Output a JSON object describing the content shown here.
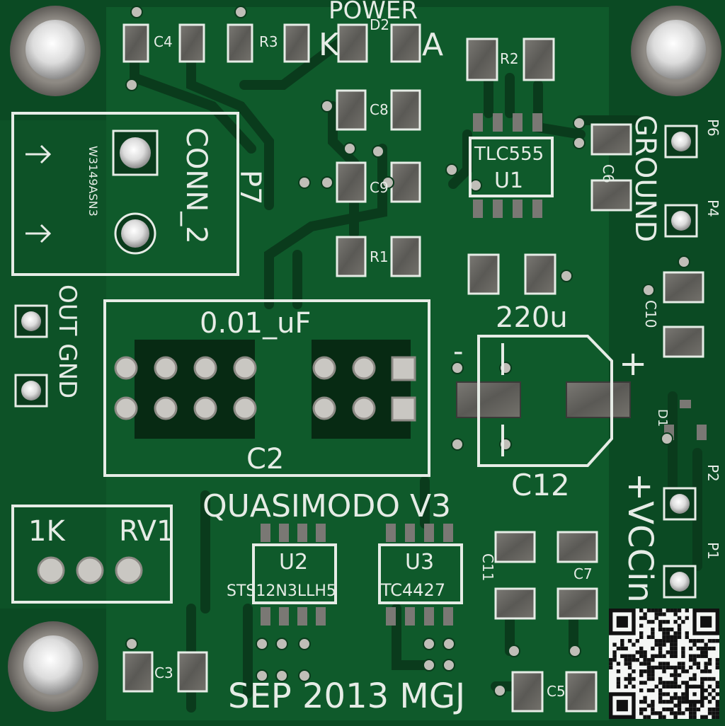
{
  "board": {
    "title": "QUASIMODO V3",
    "date": "SEP 2013 MGJ",
    "colors": {
      "soldermask": "#0b4a23",
      "copper_fill": "#0f5a2b",
      "trace": "#0a3b1c",
      "silkscreen": "#e6ece6",
      "pad_metal": "#6b6a66",
      "mount_hole": "#d7d7d7"
    }
  },
  "labels": {
    "power": "POWER",
    "d2": "D2",
    "k": "K",
    "a": "A",
    "c4": "C4",
    "r3": "R3",
    "r2": "R2",
    "c8": "C8",
    "c9": "C9",
    "r1": "R1",
    "c6": "C6",
    "u1_ref": "U1",
    "u1_part": "TLC555",
    "ground": "GROUND",
    "p6": "P6",
    "p4": "P4",
    "c10": "C10",
    "cap_value": "220u",
    "plus1": "+",
    "minus1": "-",
    "c12": "C12",
    "d1": "D1",
    "vccin": "+VCCin",
    "p2": "P2",
    "p1": "P1",
    "conn": "CONN_2",
    "p7": "P7",
    "conn_part": "W3149ASN3",
    "out_gnd": "OUT GND",
    "c2_value": "0.01_uF",
    "c2": "C2",
    "rv_value": "1K",
    "rv1": "RV1",
    "u2_ref": "U2",
    "u2_part": "STS12N3LLH5",
    "u3_ref": "U3",
    "u3_part": "TC4427",
    "c11": "C11",
    "c7": "C7",
    "c3": "C3",
    "c5": "C5"
  }
}
